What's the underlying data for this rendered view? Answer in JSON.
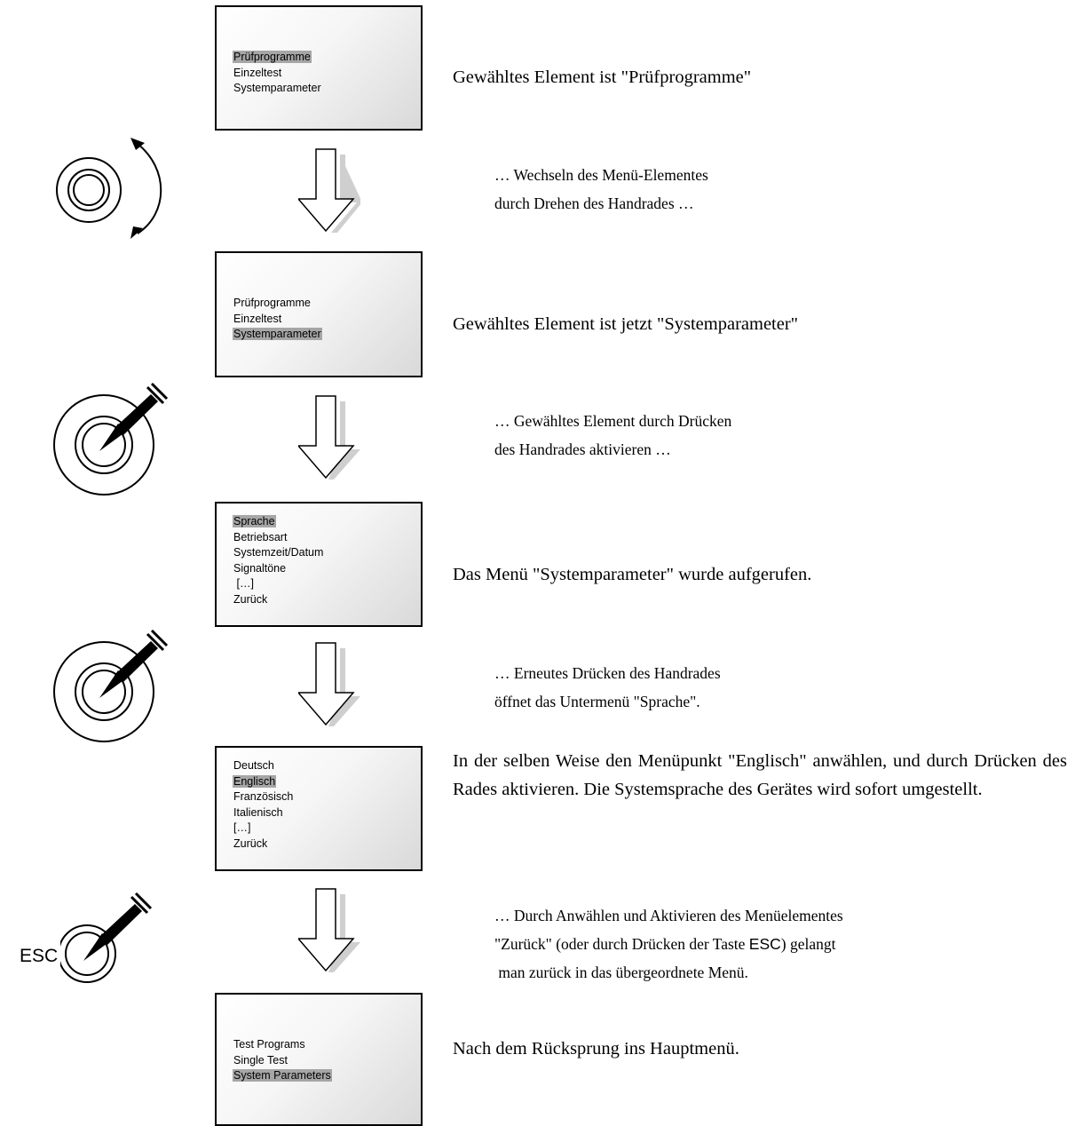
{
  "screens": [
    {
      "items": [
        "Prüfprogramme",
        "Einzeltest",
        "Systemparameter"
      ],
      "selected": 0
    },
    {
      "items": [
        "Prüfprogramme",
        "Einzeltest",
        "Systemparameter"
      ],
      "selected": 2
    },
    {
      "items": [
        "Sprache",
        "Betriebsart",
        "Systemzeit/Datum",
        "Signaltöne",
        " […]",
        "Zurück"
      ],
      "selected": 0
    },
    {
      "items": [
        "Deutsch",
        "Englisch",
        "Französisch",
        "Italienisch",
        "[…]",
        "Zurück"
      ],
      "selected": 1
    },
    {
      "items": [
        "Test Programs",
        "Single Test",
        "System Parameters"
      ],
      "selected": 2
    }
  ],
  "captions": [
    "Gewähltes Element ist \"Prüfprogramme\"",
    "Gewähltes Element ist jetzt \"Systemparameter\"",
    "Das Menü \"Systemparameter\" wurde aufgerufen.",
    "In der selben Weise den Menüpunkt \"Englisch\" anwählen, und durch Drücken des Rades aktivieren. Die Systemsprache des Gerätes wird sofort umgestellt.",
    "Nach dem Rücksprung ins Hauptmenü."
  ],
  "notes": [
    [
      "… Wechseln des Menü-Elementes",
      "durch Drehen des Handrades …"
    ],
    [
      "… Gewähltes Element durch Drücken",
      "des Handrades aktivieren …"
    ],
    [
      "… Erneutes Drücken des Handrades",
      "öffnet das Untermenü \"Sprache\"."
    ],
    [
      "… Durch Anwählen und Aktivieren des Menüelementes",
      "\"Zurück\" (oder durch Drücken der Taste ",
      "ESC",
      ") gelangt",
      " man zurück in das übergeordnete Menü."
    ]
  ],
  "esc_label": "ESC",
  "icons": [
    "rotate-wheel-icon",
    "press-wheel-icon",
    "press-wheel-icon",
    "esc-press-icon"
  ],
  "colors": {
    "highlight": "#a6a6a6",
    "arrow_shadow": "#cfcfcf"
  }
}
